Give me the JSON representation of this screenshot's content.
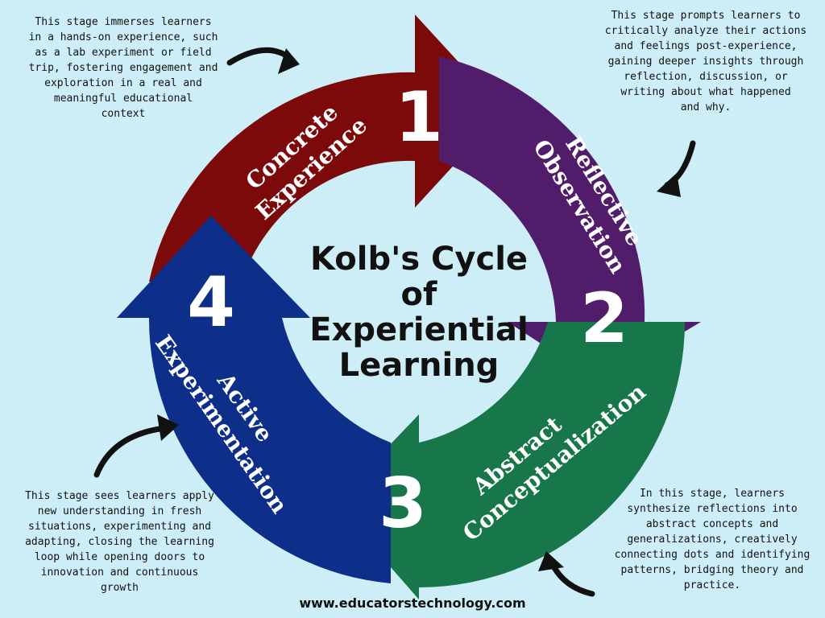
{
  "title": [
    "Kolb's Cycle",
    "of",
    "Experiential",
    "Learning"
  ],
  "footer": "www.educatorstechnology.com",
  "colors": {
    "background": "#cdeef7",
    "stage1": "#7d0a0a",
    "stage2": "#511d6a",
    "stage3": "#17774a",
    "stage4": "#0d2f8a"
  },
  "stages": [
    {
      "number": "1",
      "name": [
        "Concrete",
        "Experience"
      ]
    },
    {
      "number": "2",
      "name": [
        "Reflective",
        "Observation"
      ]
    },
    {
      "number": "3",
      "name": [
        "Abstract",
        "Conceptualization"
      ]
    },
    {
      "number": "4",
      "name": [
        "Active",
        "Experimentation"
      ]
    }
  ],
  "descriptions": {
    "concrete": [
      "This stage immerses learners",
      "in a hands-on experience, such",
      "as a lab experiment or field",
      "trip, fostering engagement and",
      "exploration in a real and",
      "meaningful educational",
      "context"
    ],
    "reflective": [
      "This stage prompts learners to",
      "critically analyze their actions",
      "and feelings post-experience,",
      "gaining deeper insights through",
      "reflection, discussion, or",
      "writing about what happened",
      "and why."
    ],
    "abstract": [
      "In this stage, learners",
      "synthesize reflections into",
      "abstract concepts and",
      "generalizations, creatively",
      "connecting dots and identifying",
      "patterns, bridging theory and",
      "practice."
    ],
    "active": [
      "This stage sees learners apply",
      "new understanding in fresh",
      "situations, experimenting and",
      "adapting, closing the learning",
      "loop while opening doors to",
      "innovation and continuous",
      "growth"
    ]
  }
}
